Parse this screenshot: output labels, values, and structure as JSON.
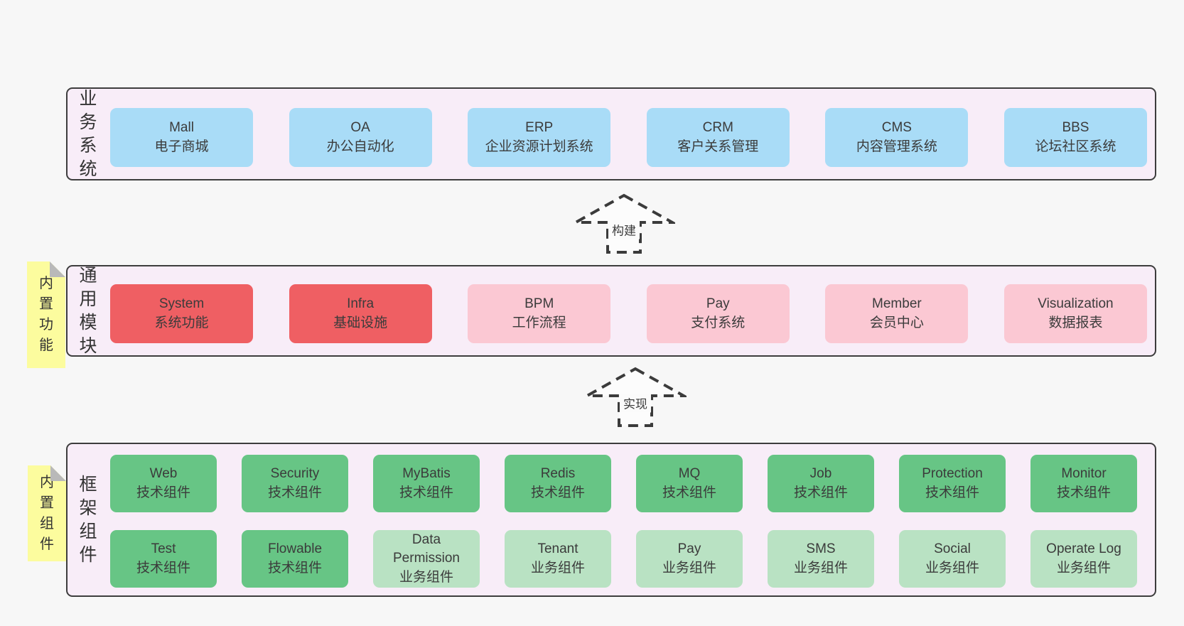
{
  "palette": {
    "page_bg": "#f7f7f7",
    "layer_bg": "#f8edf8",
    "layer_border": "#3d3d3d",
    "blue_box": "#a9dcf7",
    "red_box": "#ef5f63",
    "pink_box": "#fbc8d3",
    "green_box": "#67c585",
    "light_green_box": "#b9e2c3",
    "note_bg": "#fcfc9e",
    "note_fold": "#b9b9b9",
    "text": "#3b3b3b"
  },
  "arrows": {
    "build": "构建",
    "implement": "实现"
  },
  "notes": {
    "features": "内置功能",
    "components": "内置组件"
  },
  "layer1": {
    "label": "业务系统",
    "boxes": [
      {
        "title": "Mall",
        "subtitle": "电子商城"
      },
      {
        "title": "OA",
        "subtitle": "办公自动化"
      },
      {
        "title": "ERP",
        "subtitle": "企业资源计划系统"
      },
      {
        "title": "CRM",
        "subtitle": "客户关系管理"
      },
      {
        "title": "CMS",
        "subtitle": "内容管理系统"
      },
      {
        "title": "BBS",
        "subtitle": "论坛社区系统"
      }
    ]
  },
  "layer2": {
    "label": "通用模块",
    "boxes": [
      {
        "title": "System",
        "subtitle": "系统功能"
      },
      {
        "title": "Infra",
        "subtitle": "基础设施"
      },
      {
        "title": "BPM",
        "subtitle": "工作流程"
      },
      {
        "title": "Pay",
        "subtitle": "支付系统"
      },
      {
        "title": "Member",
        "subtitle": "会员中心"
      },
      {
        "title": "Visualization",
        "subtitle": "数据报表"
      }
    ]
  },
  "layer3": {
    "label": "框架组件",
    "row1": [
      {
        "title": "Web",
        "subtitle": "技术组件"
      },
      {
        "title": "Security",
        "subtitle": "技术组件"
      },
      {
        "title": "MyBatis",
        "subtitle": "技术组件"
      },
      {
        "title": "Redis",
        "subtitle": "技术组件"
      },
      {
        "title": "MQ",
        "subtitle": "技术组件"
      },
      {
        "title": "Job",
        "subtitle": "技术组件"
      },
      {
        "title": "Protection",
        "subtitle": "技术组件"
      },
      {
        "title": "Monitor",
        "subtitle": "技术组件"
      }
    ],
    "row2": [
      {
        "title": "Test",
        "subtitle": "技术组件"
      },
      {
        "title": "Flowable",
        "subtitle": "技术组件"
      },
      {
        "title": "Data Permission",
        "subtitle": "业务组件"
      },
      {
        "title": "Tenant",
        "subtitle": "业务组件"
      },
      {
        "title": "Pay",
        "subtitle": "业务组件"
      },
      {
        "title": "SMS",
        "subtitle": "业务组件"
      },
      {
        "title": "Social",
        "subtitle": "业务组件"
      },
      {
        "title": "Operate Log",
        "subtitle": "业务组件"
      }
    ]
  }
}
